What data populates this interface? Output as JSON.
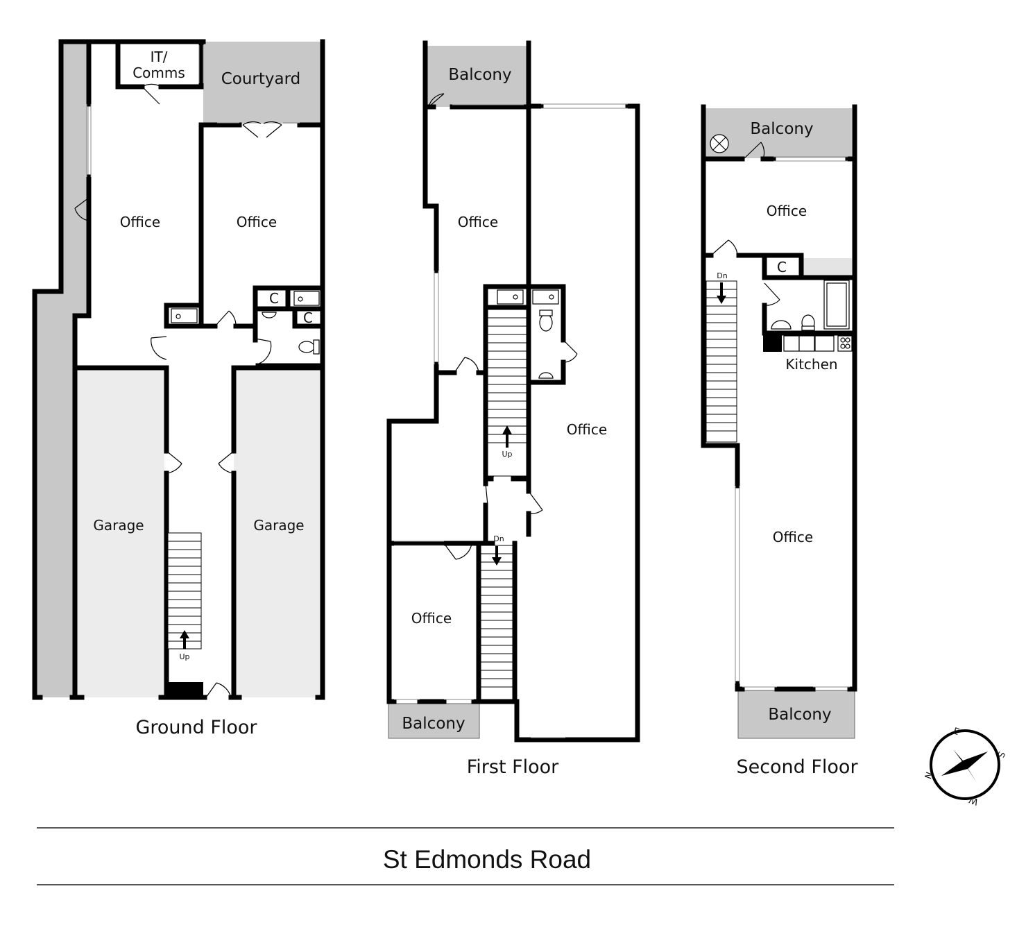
{
  "ground_floor": {
    "title": "Ground Floor",
    "rooms": {
      "it_comms_line1": "IT/",
      "it_comms_line2": "Comms",
      "courtyard": "Courtyard",
      "office_left": "Office",
      "office_right": "Office",
      "garage_left": "Garage",
      "garage_right": "Garage",
      "closet_1": "C",
      "closet_2": "C"
    },
    "stair_label": "Up"
  },
  "first_floor": {
    "title": "First Floor",
    "rooms": {
      "balcony_top": "Balcony",
      "office_upper": "Office",
      "office_large": "Office",
      "office_lower": "Office",
      "balcony_bottom": "Balcony"
    },
    "stair_up_label": "Up",
    "stair_down_label": "Dn"
  },
  "second_floor": {
    "title": "Second Floor",
    "rooms": {
      "balcony_top": "Balcony",
      "office_upper": "Office",
      "closet": "C",
      "kitchen": "Kitchen",
      "office_lower": "Office",
      "balcony_bottom": "Balcony"
    },
    "stair_down_label": "Dn"
  },
  "compass": {
    "n": "N",
    "e": "E",
    "s": "S",
    "w": "W"
  },
  "road": "St Edmonds Road",
  "colors": {
    "wall": "#000000",
    "shaded": "#c8c8c8",
    "garage": "#ececec",
    "background": "#ffffff"
  }
}
